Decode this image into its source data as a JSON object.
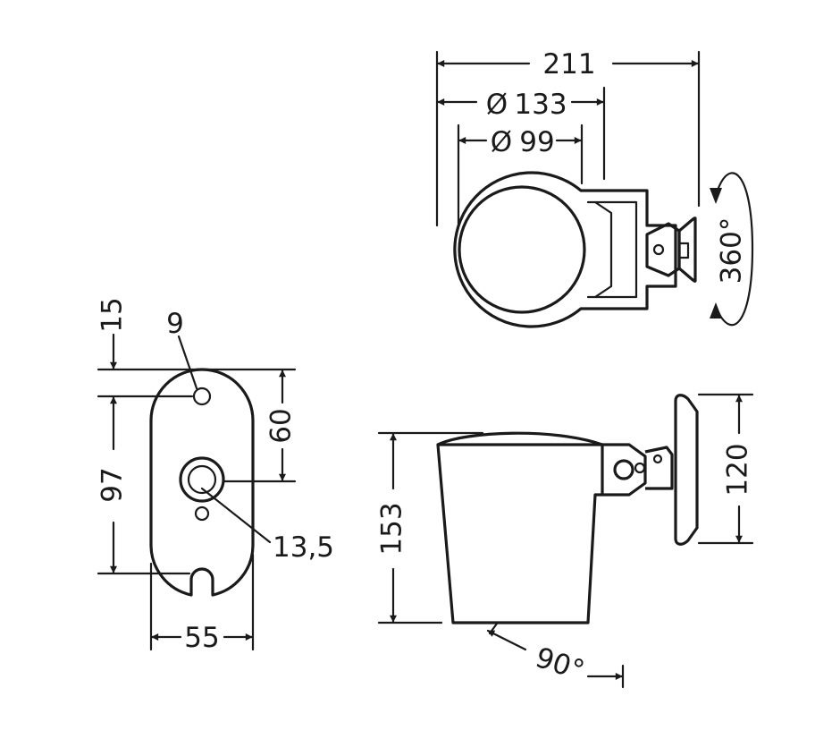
{
  "drawing": {
    "top_view": {
      "overall_width": "211",
      "outer_diameter": "133",
      "inner_diameter": "99",
      "rotation": "360°",
      "diameter_symbol": "Ø"
    },
    "base_plate": {
      "top_offset": "15",
      "hole_diameter": "9",
      "hole_spacing": "60",
      "slot_spacing": "97",
      "center_hole": "13,5",
      "plate_width": "55"
    },
    "side_view": {
      "cup_height": "153",
      "bracket_height": "120",
      "tilt_angle": "90°"
    }
  }
}
